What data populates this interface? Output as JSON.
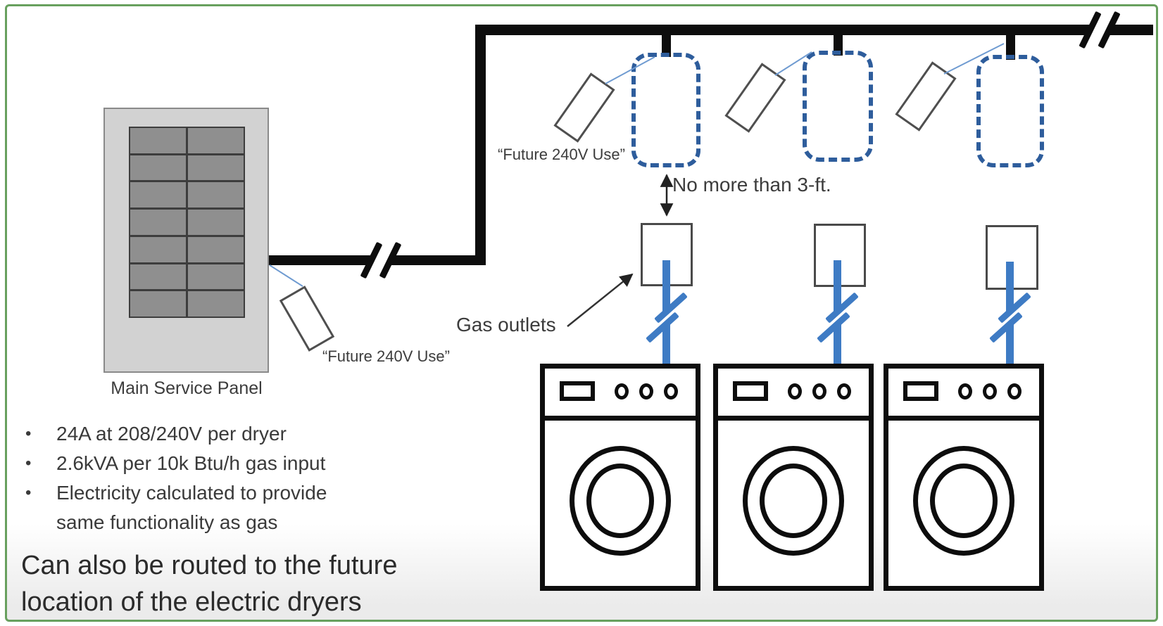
{
  "panel": {
    "label": "Main Service Panel"
  },
  "labels": {
    "future_240v_top": "“Future 240V Use”",
    "future_240v_panel": "“Future 240V Use”",
    "distance_note": "No more than 3-ft.",
    "gas_outlets": "Gas outlets"
  },
  "notes": {
    "bullets": [
      "24A at 208/240V per dryer",
      "2.6kVA per 10k Btu/h gas input",
      "Electricity calculated to provide same functionality as gas"
    ],
    "bullet_char": "•",
    "footer": [
      "Can also be routed to the future",
      "location of the electric dryers"
    ]
  },
  "counts": {
    "dryers": 3,
    "future_240v_outlets": 3,
    "gas_outlets": 3
  },
  "colors": {
    "frame_green": "#68a05e",
    "wire_black": "#0d0d0d",
    "future_outlet_blue": "#2e5d9c",
    "gas_line_blue": "#3e7bc4",
    "panel_gray": "#d2d2d2",
    "breaker_gray": "#8f8f8f"
  }
}
